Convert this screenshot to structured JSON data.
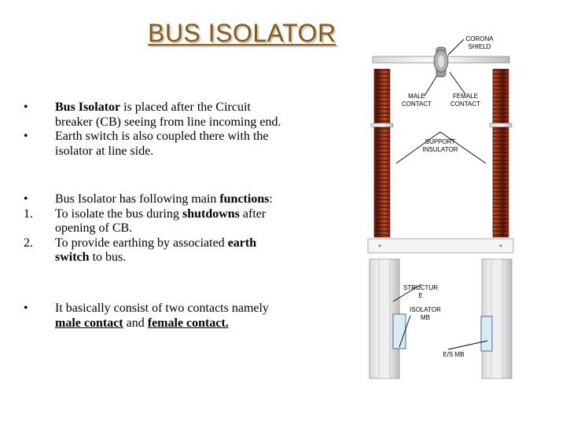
{
  "title": "BUS ISOLATOR",
  "bullets": {
    "b1_marker": "•",
    "b1_term": "Bus Isolator",
    "b1_rest": " is placed after the Circuit breaker (CB) seeing from line incoming end.",
    "b2_marker": "•",
    "b2_text": "Earth switch is also coupled there with the isolator at line side.",
    "b3_marker": "•",
    "b3_text": " Bus Isolator has following main",
    "b3_term": "functions",
    "b3_tail": ":",
    "n1_marker": "1.",
    "n1_text": "To isolate the bus during ",
    "n1_term": "shutdowns",
    "n1_tail": " after opening of CB.",
    "n2_marker": "2.",
    "n2_text": "To provide earthing by associated ",
    "n2_term": "earth switch",
    "n2_tail": " to bus.",
    "b4_marker": "•",
    "b4_text": "It basically consist of two contacts namely ",
    "b4_term1": "male contact",
    "b4_mid": " and ",
    "b4_term2": "female contact."
  },
  "diagram_labels": {
    "corona_shield": "CORONA\nSHIELD",
    "male_contact": "MALE\nCONTACT",
    "female_contact": "FEMALE\nCONTACT",
    "support_insulator": "SUPPORT\nINSULATOR",
    "structure": "STRUCTUR\nE",
    "isolator_mb": "ISOLATOR\nMB",
    "es_mb": "E/S MB"
  }
}
